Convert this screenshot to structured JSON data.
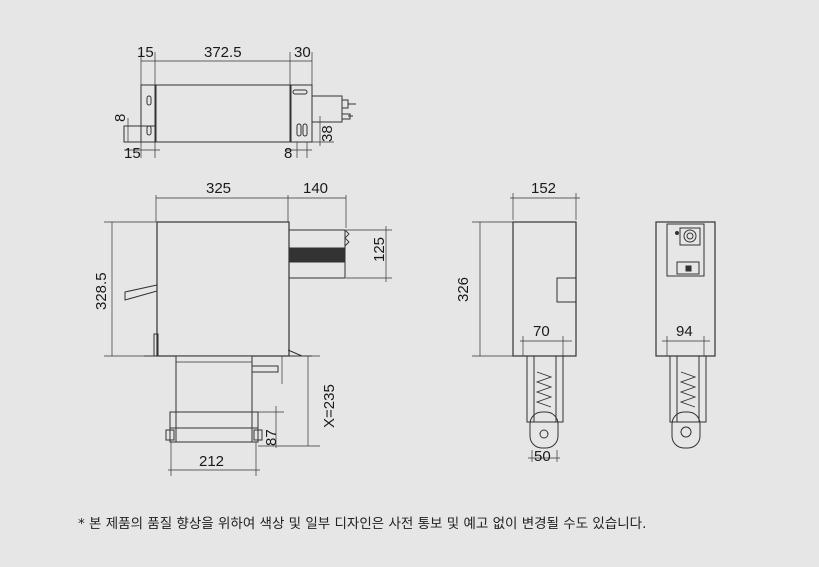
{
  "dimensions": {
    "top": {
      "left_flange": "15",
      "length": "372.5",
      "right_flange": "30",
      "side_height": "8",
      "bottom_flange": "15",
      "bottom_right": "8",
      "right_height": "38"
    },
    "front": {
      "width": "325",
      "extension": "140",
      "height": "328.5",
      "bar_height": "125",
      "lower_width": "212",
      "lower_height": "87",
      "travel": "X=235"
    },
    "side": {
      "width": "152",
      "height": "326",
      "rail": "70",
      "wheel": "50"
    },
    "rear": {
      "rail": "94"
    }
  },
  "footnote": "* 본 제품의 품질 향상을 위하여 색상 및 일부 디자인은 사전 통보 및 예고 없이 변경될 수도 있습니다."
}
